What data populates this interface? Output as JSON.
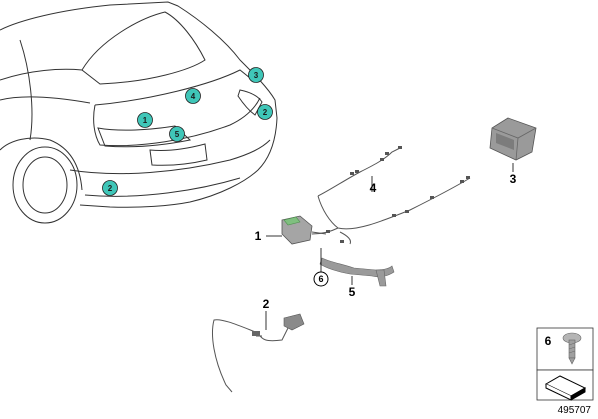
{
  "car_callouts": [
    {
      "id": "callout-1",
      "label": "1"
    },
    {
      "id": "callout-2a",
      "label": "2"
    },
    {
      "id": "callout-2b",
      "label": "2"
    },
    {
      "id": "callout-3",
      "label": "3"
    },
    {
      "id": "callout-4",
      "label": "4"
    },
    {
      "id": "callout-5",
      "label": "5"
    }
  ],
  "part_labels": {
    "one": "1",
    "two": "2",
    "three": "3",
    "four": "4",
    "five": "5",
    "six_circled": "6"
  },
  "legend_box": {
    "number": "6"
  },
  "reference_number": "495707",
  "colors": {
    "callout_fill": "#3fc6b8",
    "line": "#333333",
    "part_gray": "#8a8a8a",
    "module_green": "#7fbf7f"
  }
}
